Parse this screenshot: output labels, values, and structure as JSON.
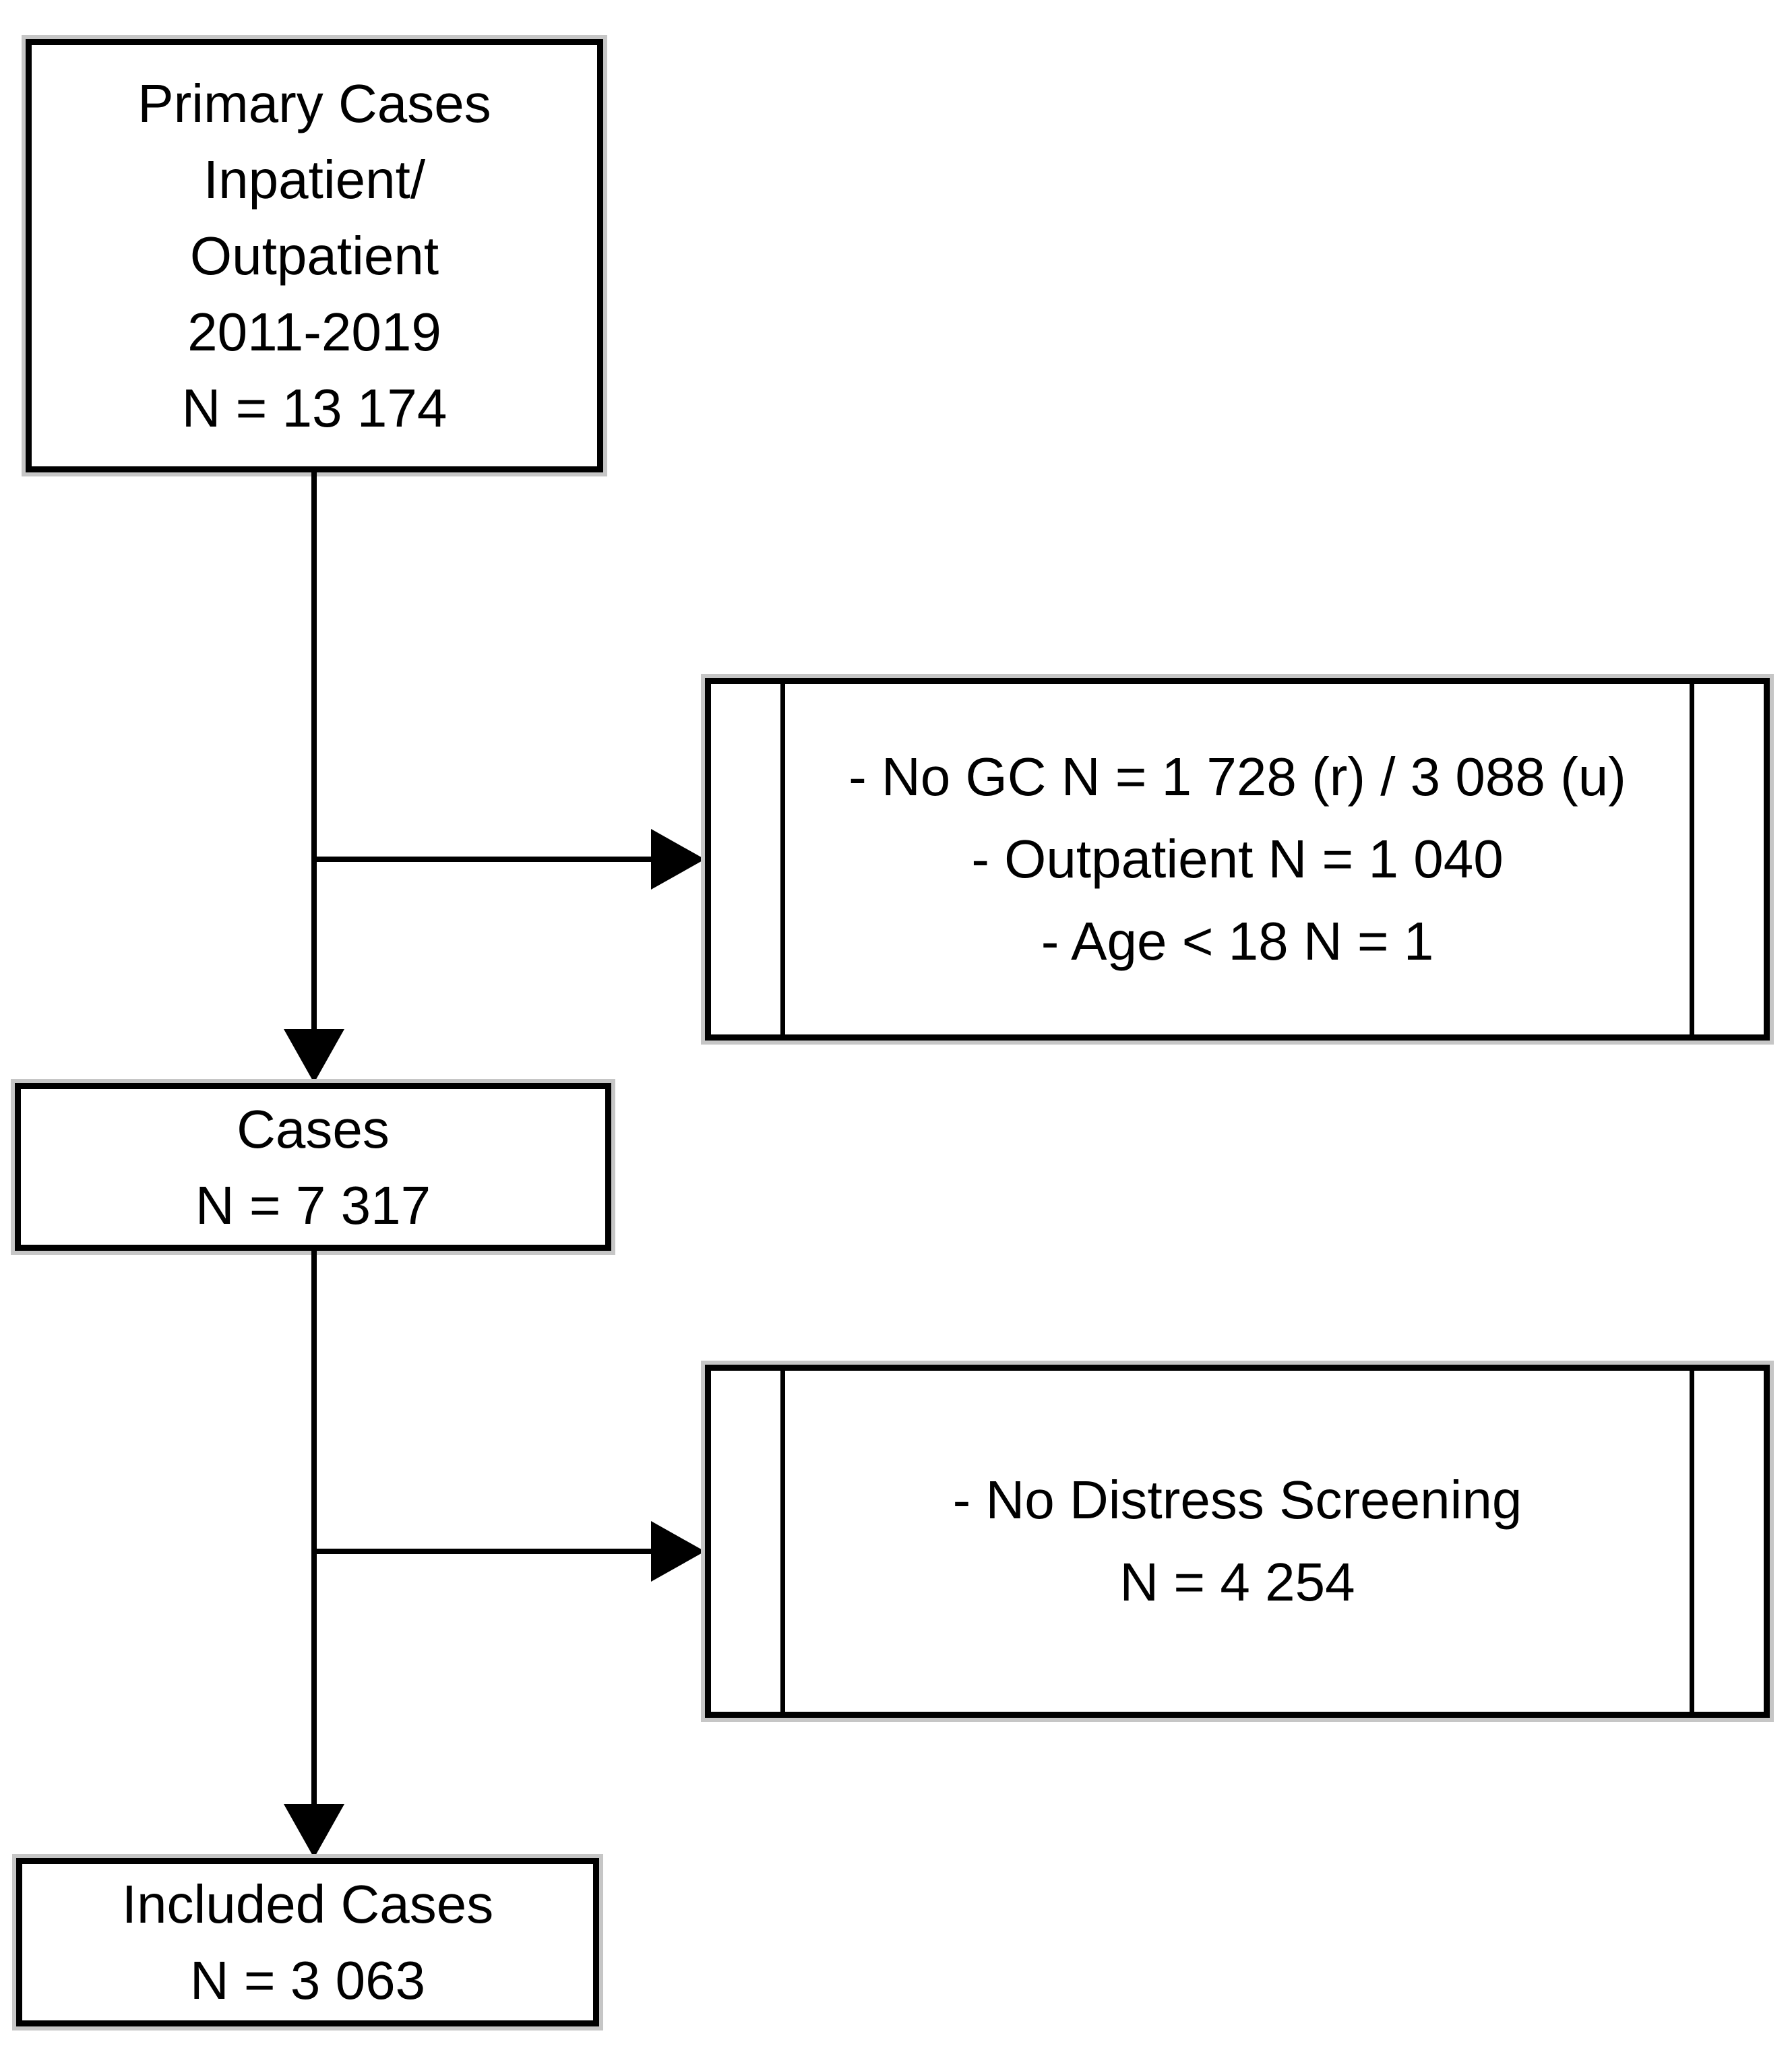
{
  "figure": {
    "type": "consort-flowchart",
    "colors": {
      "background": "#ffffff",
      "border": "#000000",
      "border_halo": "#c6c6c6",
      "text": "#000000"
    }
  },
  "nodes": {
    "primary": {
      "lines": [
        "Primary Cases",
        "Inpatient/",
        "Outpatient",
        "2011-2019",
        "N = 13 174"
      ]
    },
    "exclusion_top": {
      "lines": [
        "- No GC N = 1 728 (r) / 3 088 (u)",
        "- Outpatient N = 1 040",
        "- Age < 18 N = 1"
      ]
    },
    "cases": {
      "lines": [
        "Cases",
        "N = 7 317"
      ]
    },
    "exclusion_bottom": {
      "lines": [
        "- No Distress Screening",
        "N = 4 254"
      ]
    },
    "included": {
      "lines": [
        "Included Cases",
        "N = 3 063"
      ]
    }
  }
}
